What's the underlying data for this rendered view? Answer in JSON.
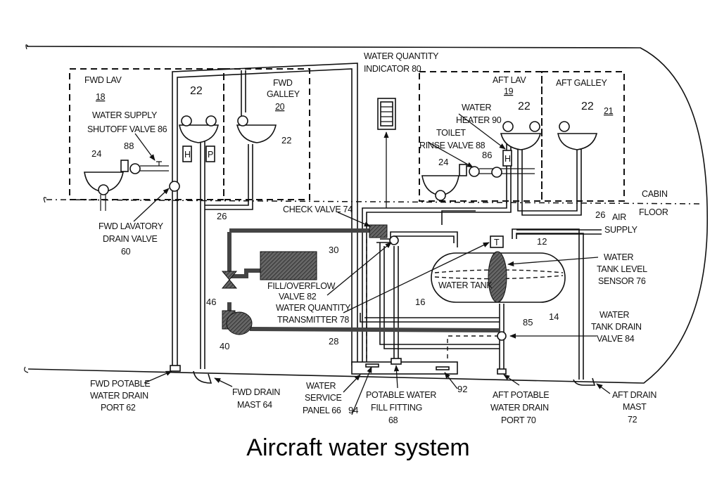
{
  "title": "Aircraft water system",
  "areas": {
    "fwd_lav": {
      "name": "FWD LAV",
      "ref": "18"
    },
    "fwd_galley": {
      "name_line1": "FWD",
      "name_line2": "GALLEY",
      "ref": "20"
    },
    "aft_lav": {
      "name": "AFT LAV",
      "ref": "19"
    },
    "aft_galley": {
      "name": "AFT GALLEY",
      "ref": "21"
    }
  },
  "labels": {
    "water_supply_shutoff": [
      "WATER SUPPLY",
      "SHUTOFF VALVE 86"
    ],
    "water_quantity_indicator": [
      "WATER QUANTITY",
      "INDICATOR 80"
    ],
    "water_heater": [
      "WATER",
      "HEATER 90"
    ],
    "toilet_rinse_valve": [
      "TOILET",
      "RINSE VALVE 88"
    ],
    "cabin_floor": [
      "CABIN",
      "FLOOR"
    ],
    "air_supply": [
      "AIR",
      "SUPPLY"
    ],
    "fwd_lavatory_drain_valve": [
      "FWD LAVATORY",
      "DRAIN VALVE",
      "60"
    ],
    "check_valve": "CHECK VALVE 74",
    "fill_overflow_valve": [
      "FILL/OVERFLOW",
      "VALVE 82"
    ],
    "water_quantity_transmitter": [
      "WATER QUANTITY",
      "TRANSMITTER 78"
    ],
    "water_tank": "WATER TANK",
    "water_tank_level_sensor": [
      "WATER",
      "TANK LEVEL",
      "SENSOR 76"
    ],
    "water_tank_drain_valve": [
      "WATER",
      "TANK DRAIN",
      "VALVE 84"
    ],
    "fwd_potable_water_drain_port": [
      "FWD POTABLE",
      "WATER DRAIN",
      "PORT 62"
    ],
    "fwd_drain_mast": [
      "FWD DRAIN",
      "MAST 64"
    ],
    "water_service_panel": [
      "WATER",
      "SERVICE",
      "PANEL 66"
    ],
    "potable_water_fill_fitting": [
      "POTABLE WATER",
      "FILL FITTING",
      "68"
    ],
    "aft_potable_water_drain_port": [
      "AFT POTABLE",
      "WATER DRAIN",
      "PORT 70"
    ],
    "aft_drain_mast": [
      "AFT DRAIN",
      "MAST",
      "72"
    ],
    "heater_letter": "H",
    "pump_letter": "P",
    "transmitter_letter": "T"
  },
  "refs": {
    "sink": "22",
    "toilet": "24",
    "valve88": "88",
    "valve86": "86",
    "pipe26": "26",
    "pipe28": "28",
    "pipe16": "16",
    "tank12": "12",
    "tank14": "14",
    "box30": "30",
    "valve46": "46",
    "pump40": "40",
    "pipe85": "85",
    "panel94": "94",
    "panel92": "92"
  }
}
